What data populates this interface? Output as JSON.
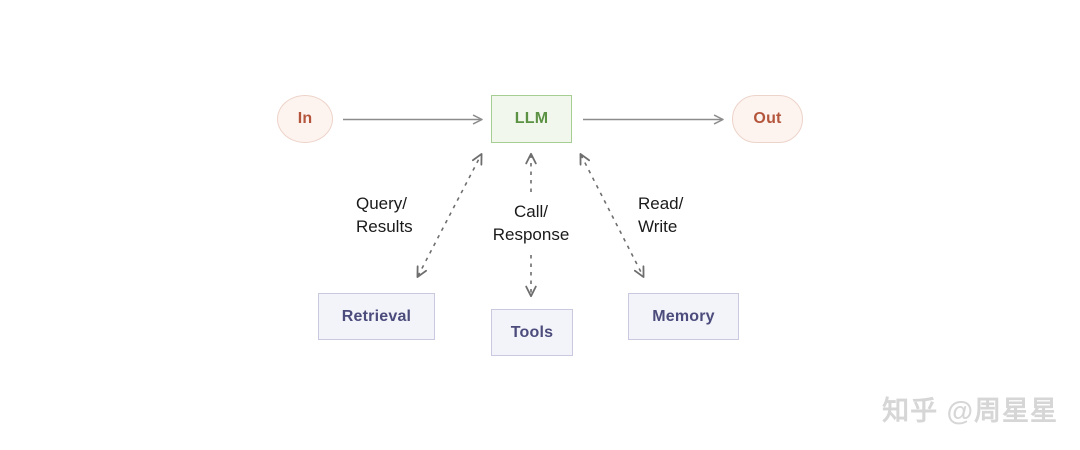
{
  "diagram": {
    "background": "#ffffff",
    "nodes": {
      "input": {
        "label": "In",
        "fill": "#fdf3ef",
        "stroke": "#edd4ca",
        "text_color": "#b4563c"
      },
      "llm": {
        "label": "LLM",
        "fill": "#f1f7ec",
        "stroke": "#a6cd92",
        "text_color": "#5b9243"
      },
      "output": {
        "label": "Out",
        "fill": "#fdf3ef",
        "stroke": "#edd4ca",
        "text_color": "#b4563c"
      },
      "retrieval": {
        "label": "Retrieval",
        "fill": "#f3f3fa",
        "stroke": "#c9c9e0",
        "text_color": "#4b4b7c"
      },
      "tools": {
        "label": "Tools",
        "fill": "#f3f3fa",
        "stroke": "#c9c9e0",
        "text_color": "#4b4b7c"
      },
      "memory": {
        "label": "Memory",
        "fill": "#f3f3fa",
        "stroke": "#c9c9e0",
        "text_color": "#4b4b7c"
      }
    },
    "edges": {
      "in_to_llm": {
        "label": "",
        "style": "solid",
        "color": "#8c8c8c",
        "direction": "one-way"
      },
      "llm_to_out": {
        "label": "",
        "style": "solid",
        "color": "#8c8c8c",
        "direction": "one-way"
      },
      "llm_retrieval": {
        "label": "Query/\nResults",
        "style": "dashed",
        "color": "#6e6e6e",
        "direction": "two-way"
      },
      "llm_tools": {
        "label": "Call/\nResponse",
        "style": "dashed",
        "color": "#6e6e6e",
        "direction": "two-way"
      },
      "llm_memory": {
        "label": "Read/\nWrite",
        "style": "dashed",
        "color": "#6e6e6e",
        "direction": "two-way"
      }
    },
    "watermark": {
      "text": "知乎 @周星星",
      "color": "#d6d6d6"
    }
  }
}
